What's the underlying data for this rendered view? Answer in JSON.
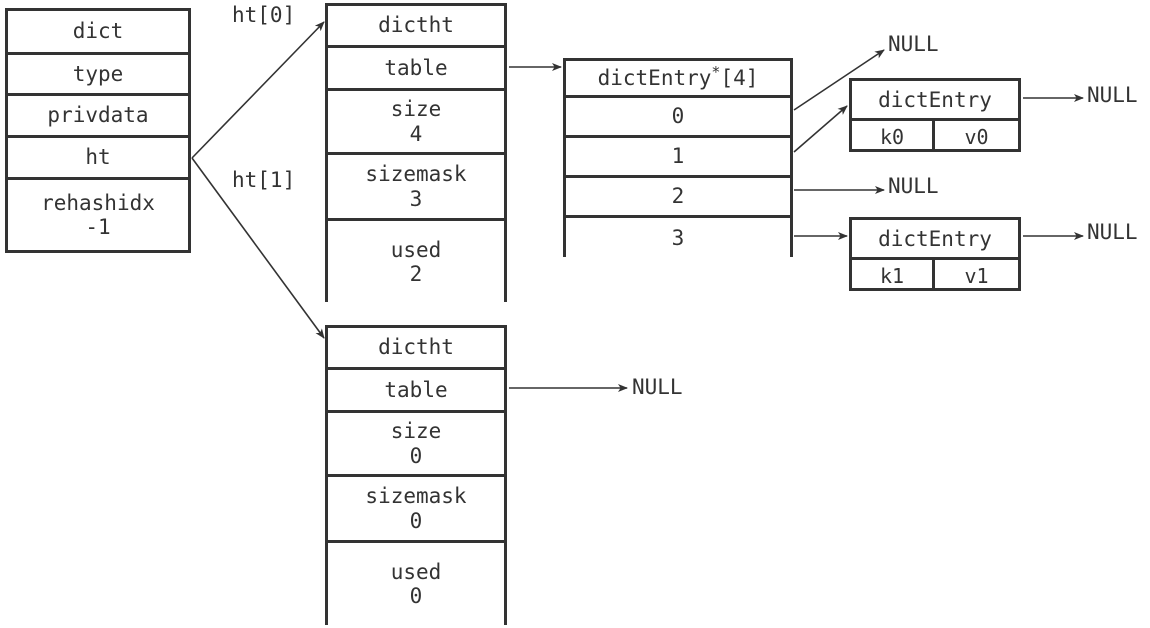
{
  "diagram": {
    "title": "redis dict / dictht / dictEntry structure",
    "line_color": "#333333",
    "text_color": "#333333",
    "background": "#ffffff"
  },
  "dict_struct": {
    "header": "dict",
    "fields": [
      {
        "label": "type",
        "value": ""
      },
      {
        "label": "privdata",
        "value": ""
      },
      {
        "label": "ht",
        "value": ""
      },
      {
        "label": "rehashidx",
        "value": "-1"
      }
    ]
  },
  "pointer_labels": {
    "ht0": "ht[0]",
    "ht1": "ht[1]"
  },
  "dictht0": {
    "header": "dictht",
    "fields": [
      {
        "label": "table",
        "value": ""
      },
      {
        "label": "size",
        "value": "4"
      },
      {
        "label": "sizemask",
        "value": "3"
      },
      {
        "label": "used",
        "value": "2"
      }
    ]
  },
  "dictht1": {
    "header": "dictht",
    "fields": [
      {
        "label": "table",
        "value": ""
      },
      {
        "label": "size",
        "value": "0"
      },
      {
        "label": "sizemask",
        "value": "0"
      },
      {
        "label": "used",
        "value": "0"
      }
    ]
  },
  "entry_table": {
    "header_prefix": "dictEntry",
    "header_star": "*",
    "header_suffix": "[4]",
    "slots": [
      "0",
      "1",
      "2",
      "3"
    ]
  },
  "entries": [
    {
      "header": "dictEntry",
      "key": "k0",
      "value": "v0"
    },
    {
      "header": "dictEntry",
      "key": "k1",
      "value": "v1"
    }
  ],
  "null_labels": {
    "slot0_null": "NULL",
    "entry0_next_null": "NULL",
    "slot2_null": "NULL",
    "entry1_next_null": "NULL",
    "dictht1_table_null": "NULL"
  }
}
